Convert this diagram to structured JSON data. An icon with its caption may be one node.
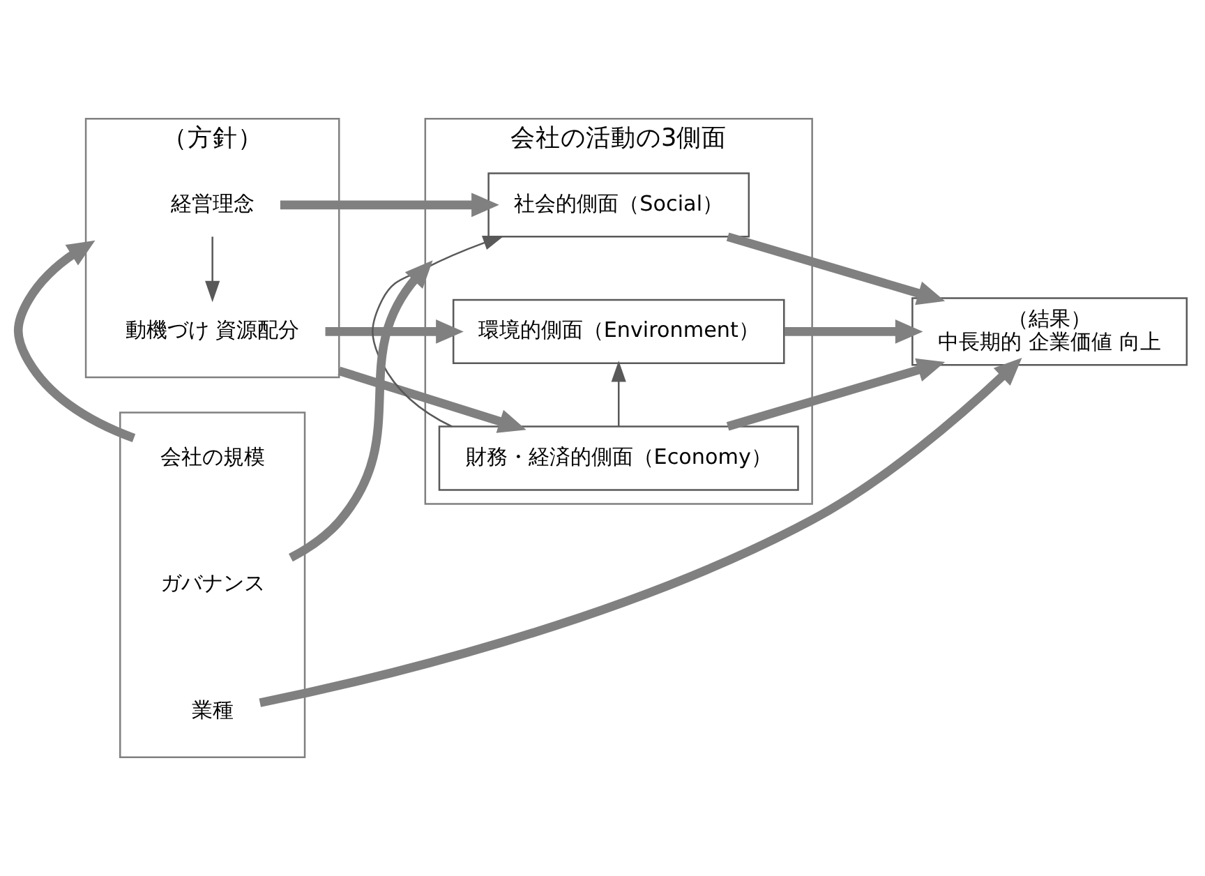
{
  "diagram": {
    "nodes": [
      {
        "text": [
          "（方針）"
        ]
      },
      {
        "text": [
          "経営理念"
        ],
        "in": 0
      },
      {
        "text": [
          "動機づけ 資源配分"
        ],
        "in": 0
      },
      {
        "text": [
          "会社の活動の3側面"
        ]
      },
      {
        "text": [
          "社会的側面（Social）"
        ],
        "in": 3
      },
      {
        "text": [
          "環境的側面（Environment）"
        ],
        "in": 3
      },
      {
        "text": [
          "財務・経済的側面（Economy）"
        ],
        "in": 3
      },
      {
        "text": [
          "（結果）",
          "中長期的 企業価値 向上"
        ]
      },
      {
        "text": [],
        "shape": "box"
      },
      {
        "text": [
          "会社の規模"
        ],
        "in": 8
      },
      {
        "text": [
          "ガバナンス"
        ],
        "in": 8
      },
      {
        "text": [
          "業種"
        ],
        "in": 8
      }
    ],
    "edges": [
      {
        "from": 1,
        "to": 2,
        "arrow": "to",
        "color": "#595959"
      },
      {
        "from": 1,
        "to": 4,
        "arrow": "to"
      },
      {
        "from": 2,
        "to": 5,
        "arrow": "to"
      },
      {
        "from": 0,
        "to": 6,
        "arrow": "to"
      },
      {
        "from": 6,
        "to": 5,
        "arrow": "to",
        "color": "#595959"
      },
      {
        "from": 6,
        "to": 4,
        "arrow": "to",
        "color": "#595959"
      },
      {
        "from": 4,
        "to": 7,
        "arrow": "to"
      },
      {
        "from": 5,
        "to": 7,
        "arrow": "to"
      },
      {
        "from": 6,
        "to": 7,
        "arrow": "to"
      },
      {
        "from": 9,
        "to": 0,
        "arrow": "to"
      },
      {
        "from": 10,
        "to": 3,
        "arrow": "to"
      },
      {
        "from": 11,
        "to": 7,
        "arrow": "to"
      }
    ]
  }
}
